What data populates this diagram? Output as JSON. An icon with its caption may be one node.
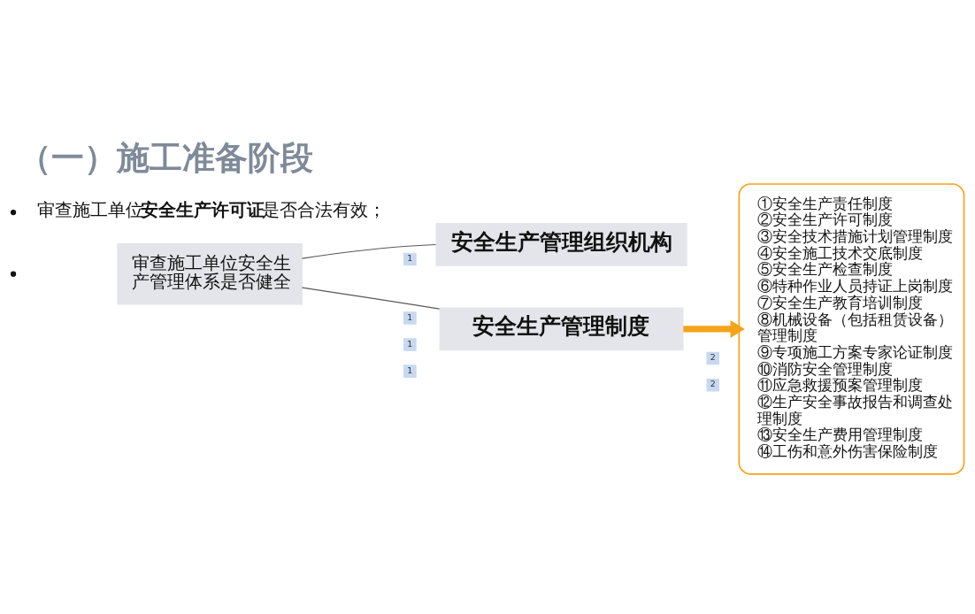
{
  "diagram": {
    "title": "（一）施工准备阶段",
    "nodes": [
      {
        "text": [
          "审查施工单位安全生产管理体系是否健全"
        ]
      },
      {
        "text": [
          "安全生产管理组织机构"
        ]
      },
      {
        "text": [
          "安全生产管理制度"
        ]
      },
      {
        "text": [
          "①安全生产责任制度",
          "②安全生产许可制度",
          "③安全技术措施计划管理制度",
          "④安全施工技术交底制度",
          "⑤安全生产检查制度",
          "⑥特种作业人员持证上岗制度",
          "⑦安全生产教育培训制度",
          "⑧机械设备（包括租赁设备）管理制度",
          "⑨专项施工方案专家论证制度",
          "⑩消防安全管理制度",
          "⑪应急救援预案管理制度",
          "⑫生产安全事故报告和调查处理制度",
          "⑬安全生产费用管理制度",
          "⑭工伤和意外伤害保险制度"
        ]
      }
    ],
    "edges": [
      {
        "from": 0,
        "to": 1,
        "arrow": "none"
      },
      {
        "from": 0,
        "to": 2,
        "arrow": "none"
      },
      {
        "from": 2,
        "to": 3,
        "arrow": "to",
        "style": "thick",
        "color": "#f5a31a"
      }
    ],
    "labels": [
      "审查施工单位**安全生产许可证**是否合法有效；",
      "2",
      "1",
      "1",
      "1",
      "1",
      "2"
    ]
  }
}
